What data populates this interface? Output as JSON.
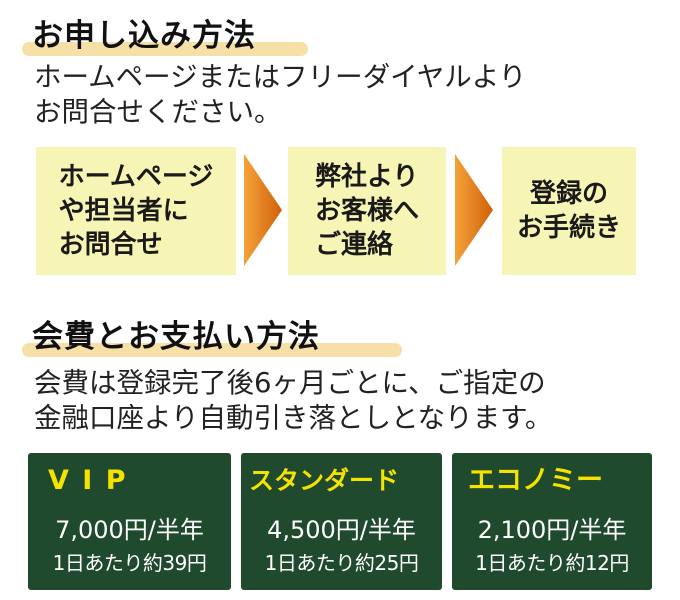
{
  "section1": {
    "heading": "お申し込み方法",
    "lines": [
      "ホームページまたはフリーダイヤルより",
      "お問合せください。"
    ]
  },
  "steps": [
    {
      "lines": [
        "ホームページ",
        "や担当者に",
        "お問合せ"
      ]
    },
    {
      "lines": [
        "弊社より",
        "お客様へ",
        "ご連絡"
      ]
    },
    {
      "lines": [
        "登録の",
        "お手続き"
      ]
    }
  ],
  "section2": {
    "heading": "会費とお支払い方法",
    "lines": [
      "会費は登録完了後6ヶ月ごとに、ご指定の",
      "金融口座より自動引き落としとなります。"
    ]
  },
  "plans": [
    {
      "name": "V I P",
      "price": "7,000円/半年",
      "daily": "1日あたり約39円"
    },
    {
      "name": "スタンダード",
      "price": "4,500円/半年",
      "daily": "1日あたり約25円"
    },
    {
      "name": "エコノミー",
      "price": "2,100円/半年",
      "daily": "1日あたり約12円"
    }
  ],
  "colors": {
    "heading_highlight": "#f7dfa8",
    "step_box": "#f7f5b5",
    "arrow": "#e07a0c",
    "plan_box": "#1f4a2e",
    "plan_name": "#f5e200"
  }
}
